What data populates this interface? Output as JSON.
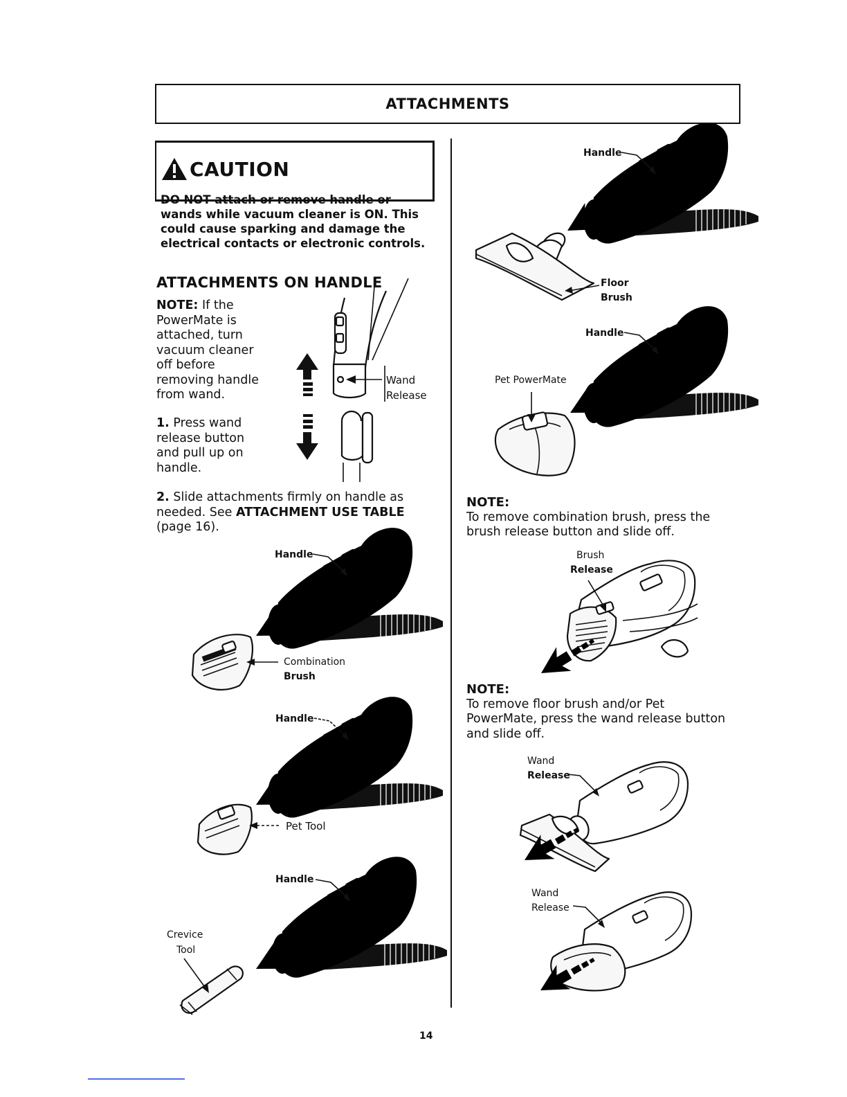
{
  "banner": {
    "title": "ATTACHMENTS"
  },
  "caution": {
    "word": "CAUTION",
    "line1_bold": "DO NOT",
    "line1_rest": " attach or remove handle or",
    "line2": "wands while vacuum cleaner is ON.  This",
    "line3": "could cause sparking and damage the",
    "line4": "electrical contacts or electronic controls."
  },
  "section": {
    "title": "ATTACHMENTS ON HANDLE",
    "note_label": "NOTE:",
    "note_text": [
      " If the",
      "PowerMate is",
      "attached, turn",
      "vacuum cleaner",
      "off before",
      "removing handle",
      "from wand."
    ],
    "step1_num": "1.",
    "step1_text": [
      " Press wand",
      "release button",
      "and pull up on",
      "handle."
    ],
    "step2_num": "2.",
    "step2_line1": " Slide attachments firmly on handle as",
    "step2_line2_pre": "needed. See ",
    "step2_line2_bold": "ATTACHMENT USE TABLE",
    "step2_line3": "(page 16)."
  },
  "labels": {
    "wand": "Wand",
    "release": "Release",
    "handle": "Handle",
    "combination": "Combination",
    "brush": "Brush",
    "pet_tool": "Pet Tool",
    "crevice": "Crevice",
    "tool": "Tool",
    "floor": "Floor",
    "pet_powermate": "Pet PowerMate"
  },
  "right": {
    "note1_label": "NOTE:",
    "note1_line1": "To remove combination brush, press the",
    "note1_line2": "brush release button and slide off.",
    "note2_label": "NOTE:",
    "note2_line1": "To remove floor brush and/or Pet",
    "note2_line2": "PowerMate, press the wand release button",
    "note2_line3": "and slide off."
  },
  "page_number": "14"
}
